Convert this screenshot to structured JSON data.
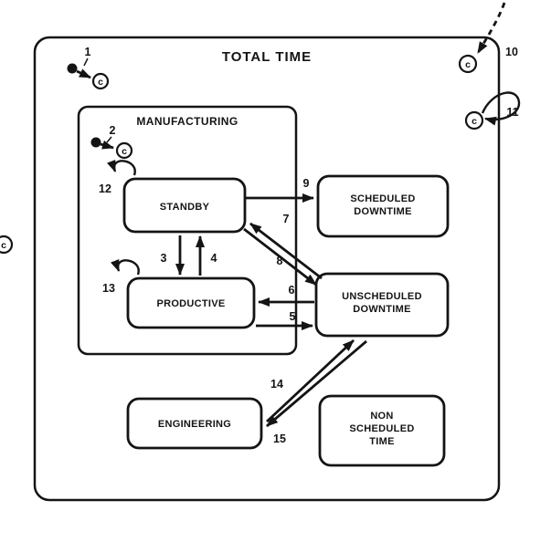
{
  "title": "TOTAL TIME",
  "groups": {
    "manufacturing": "MANUFACTURING"
  },
  "states": {
    "standby": "STANDBY",
    "productive": "PRODUCTIVE",
    "scheduled_downtime": {
      "line1": "SCHEDULED",
      "line2": "DOWNTIME"
    },
    "unscheduled_downtime": {
      "line1": "UNSCHEDULED",
      "line2": "DOWNTIME"
    },
    "engineering": "ENGINEERING",
    "non_scheduled_time": {
      "line1": "NON",
      "line2": "SCHEDULED",
      "line3": "TIME"
    }
  },
  "connector_label": "c",
  "transitions": {
    "t1": "1",
    "t2": "2",
    "t3": "3",
    "t4": "4",
    "t5": "5",
    "t6": "6",
    "t7": "7",
    "t8": "8",
    "t9": "9",
    "t10": "10",
    "t11": "11",
    "t12": "12",
    "t13": "13",
    "t14": "14",
    "t15": "15"
  },
  "colors": {
    "ink": "#141414",
    "background": "#ffffff"
  }
}
